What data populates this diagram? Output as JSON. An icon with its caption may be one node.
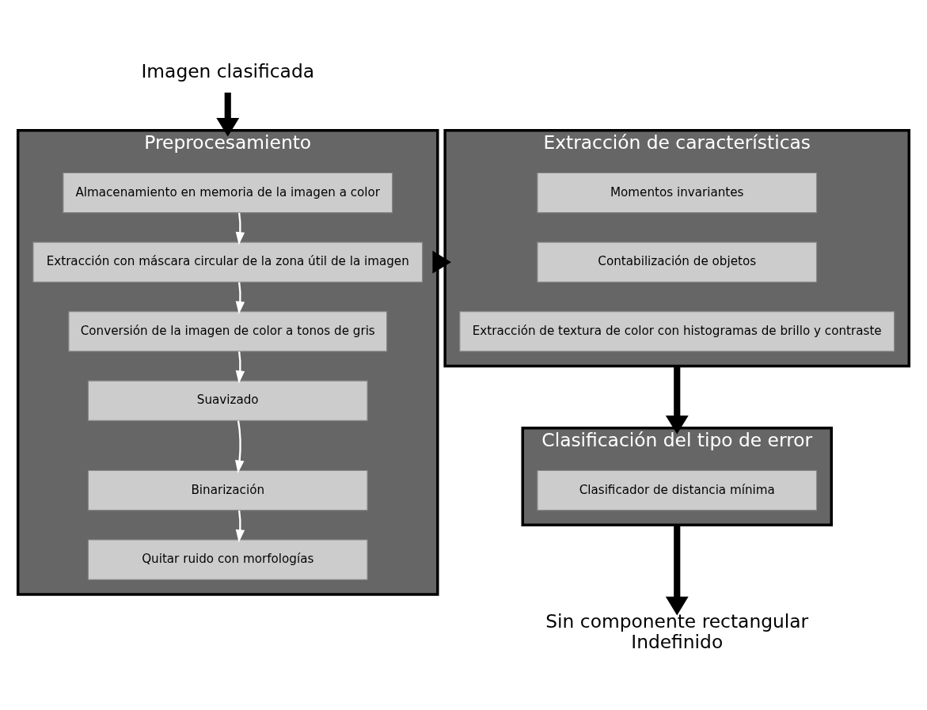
{
  "diagram": {
    "nodes": [
      {
        "text": [
          "Imagen clasificada"
        ]
      },
      {
        "text": [
          "Preprocesamiento"
        ]
      },
      {
        "text": [
          "Almacenamiento en memoria de la imagen a color"
        ],
        "in": 1
      },
      {
        "text": [
          "Extracción con máscara circular de la zona útil de la imagen"
        ],
        "in": 1
      },
      {
        "text": [
          "Conversión de la imagen de color a tonos de gris"
        ],
        "in": 1
      },
      {
        "text": [
          "Suavizado"
        ],
        "in": 1
      },
      {
        "text": [
          "Binarización"
        ],
        "in": 1
      },
      {
        "text": [
          "Quitar ruido con morfologías"
        ],
        "in": 1
      },
      {
        "text": [
          "Extracción de características"
        ]
      },
      {
        "text": [
          "Momentos invariantes"
        ],
        "in": 8
      },
      {
        "text": [
          "Contabilización de objetos"
        ],
        "in": 8
      },
      {
        "text": [
          "Extracción de textura de color con histogramas de brillo y contraste"
        ],
        "in": 8
      },
      {
        "text": [
          "Clasificación del tipo de error"
        ]
      },
      {
        "text": [
          "Clasificador de distancia mínima"
        ],
        "in": 12
      },
      {
        "text": [
          "Sin componente rectangular",
          "Indefinido"
        ]
      }
    ],
    "edges": [
      {
        "from": 0,
        "to": 1,
        "arrow": "to",
        "style": "thick",
        "color": "#000000"
      },
      {
        "from": 2,
        "to": 3,
        "arrow": "to"
      },
      {
        "from": 3,
        "to": 4,
        "arrow": "to"
      },
      {
        "from": 4,
        "to": 5,
        "arrow": "to"
      },
      {
        "from": 5,
        "to": 6,
        "arrow": "to"
      },
      {
        "from": 6,
        "to": 7,
        "arrow": "to"
      },
      {
        "from": 1,
        "to": 8,
        "arrow": "to",
        "style": "thick",
        "color": "#000000"
      },
      {
        "from": 8,
        "to": 12,
        "arrow": "to",
        "style": "thick",
        "color": "#000000"
      },
      {
        "from": 12,
        "to": 14,
        "arrow": "to",
        "style": "thick",
        "color": "#000000"
      }
    ]
  }
}
